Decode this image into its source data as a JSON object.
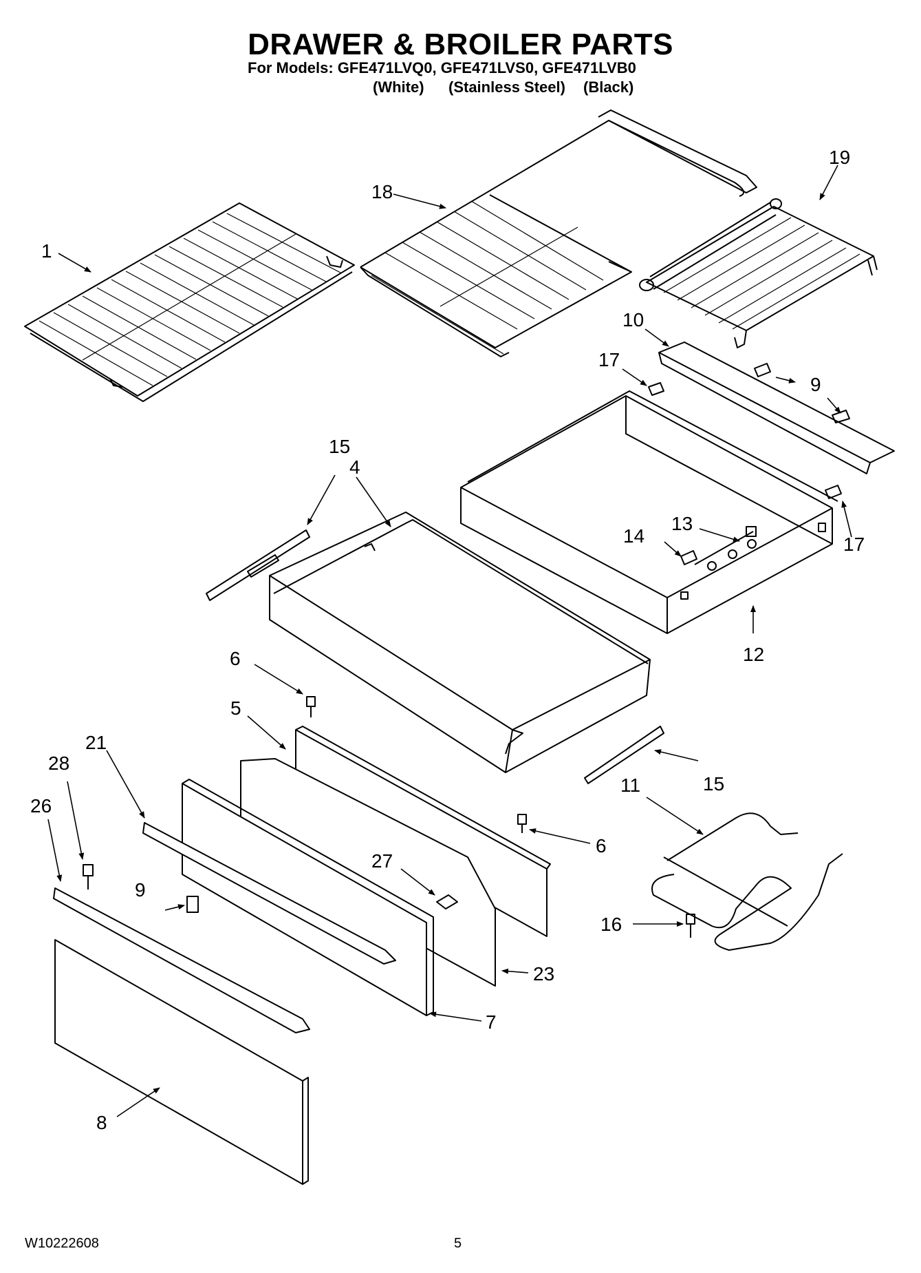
{
  "header": {
    "title": "DRAWER & BROILER PARTS",
    "models_line": "For Models: GFE471LVQ0, GFE471LVS0, GFE471LVB0",
    "variants": [
      "(White)",
      "(Stainless Steel)",
      "(Black)"
    ]
  },
  "callouts": {
    "c1": "1",
    "c18": "18",
    "c19": "19",
    "c10": "10",
    "c17a": "17",
    "c9a": "9",
    "c15a": "15",
    "c4": "4",
    "c13": "13",
    "c14": "14",
    "c17b": "17",
    "c12": "12",
    "c6a": "6",
    "c5": "5",
    "c21": "21",
    "c28": "28",
    "c26": "26",
    "c15b": "15",
    "c11": "11",
    "c6b": "6",
    "c27": "27",
    "c9b": "9",
    "c16": "16",
    "c23": "23",
    "c7": "7",
    "c8": "8"
  },
  "footer": {
    "doc_number": "W10222608",
    "page_number": "5"
  }
}
